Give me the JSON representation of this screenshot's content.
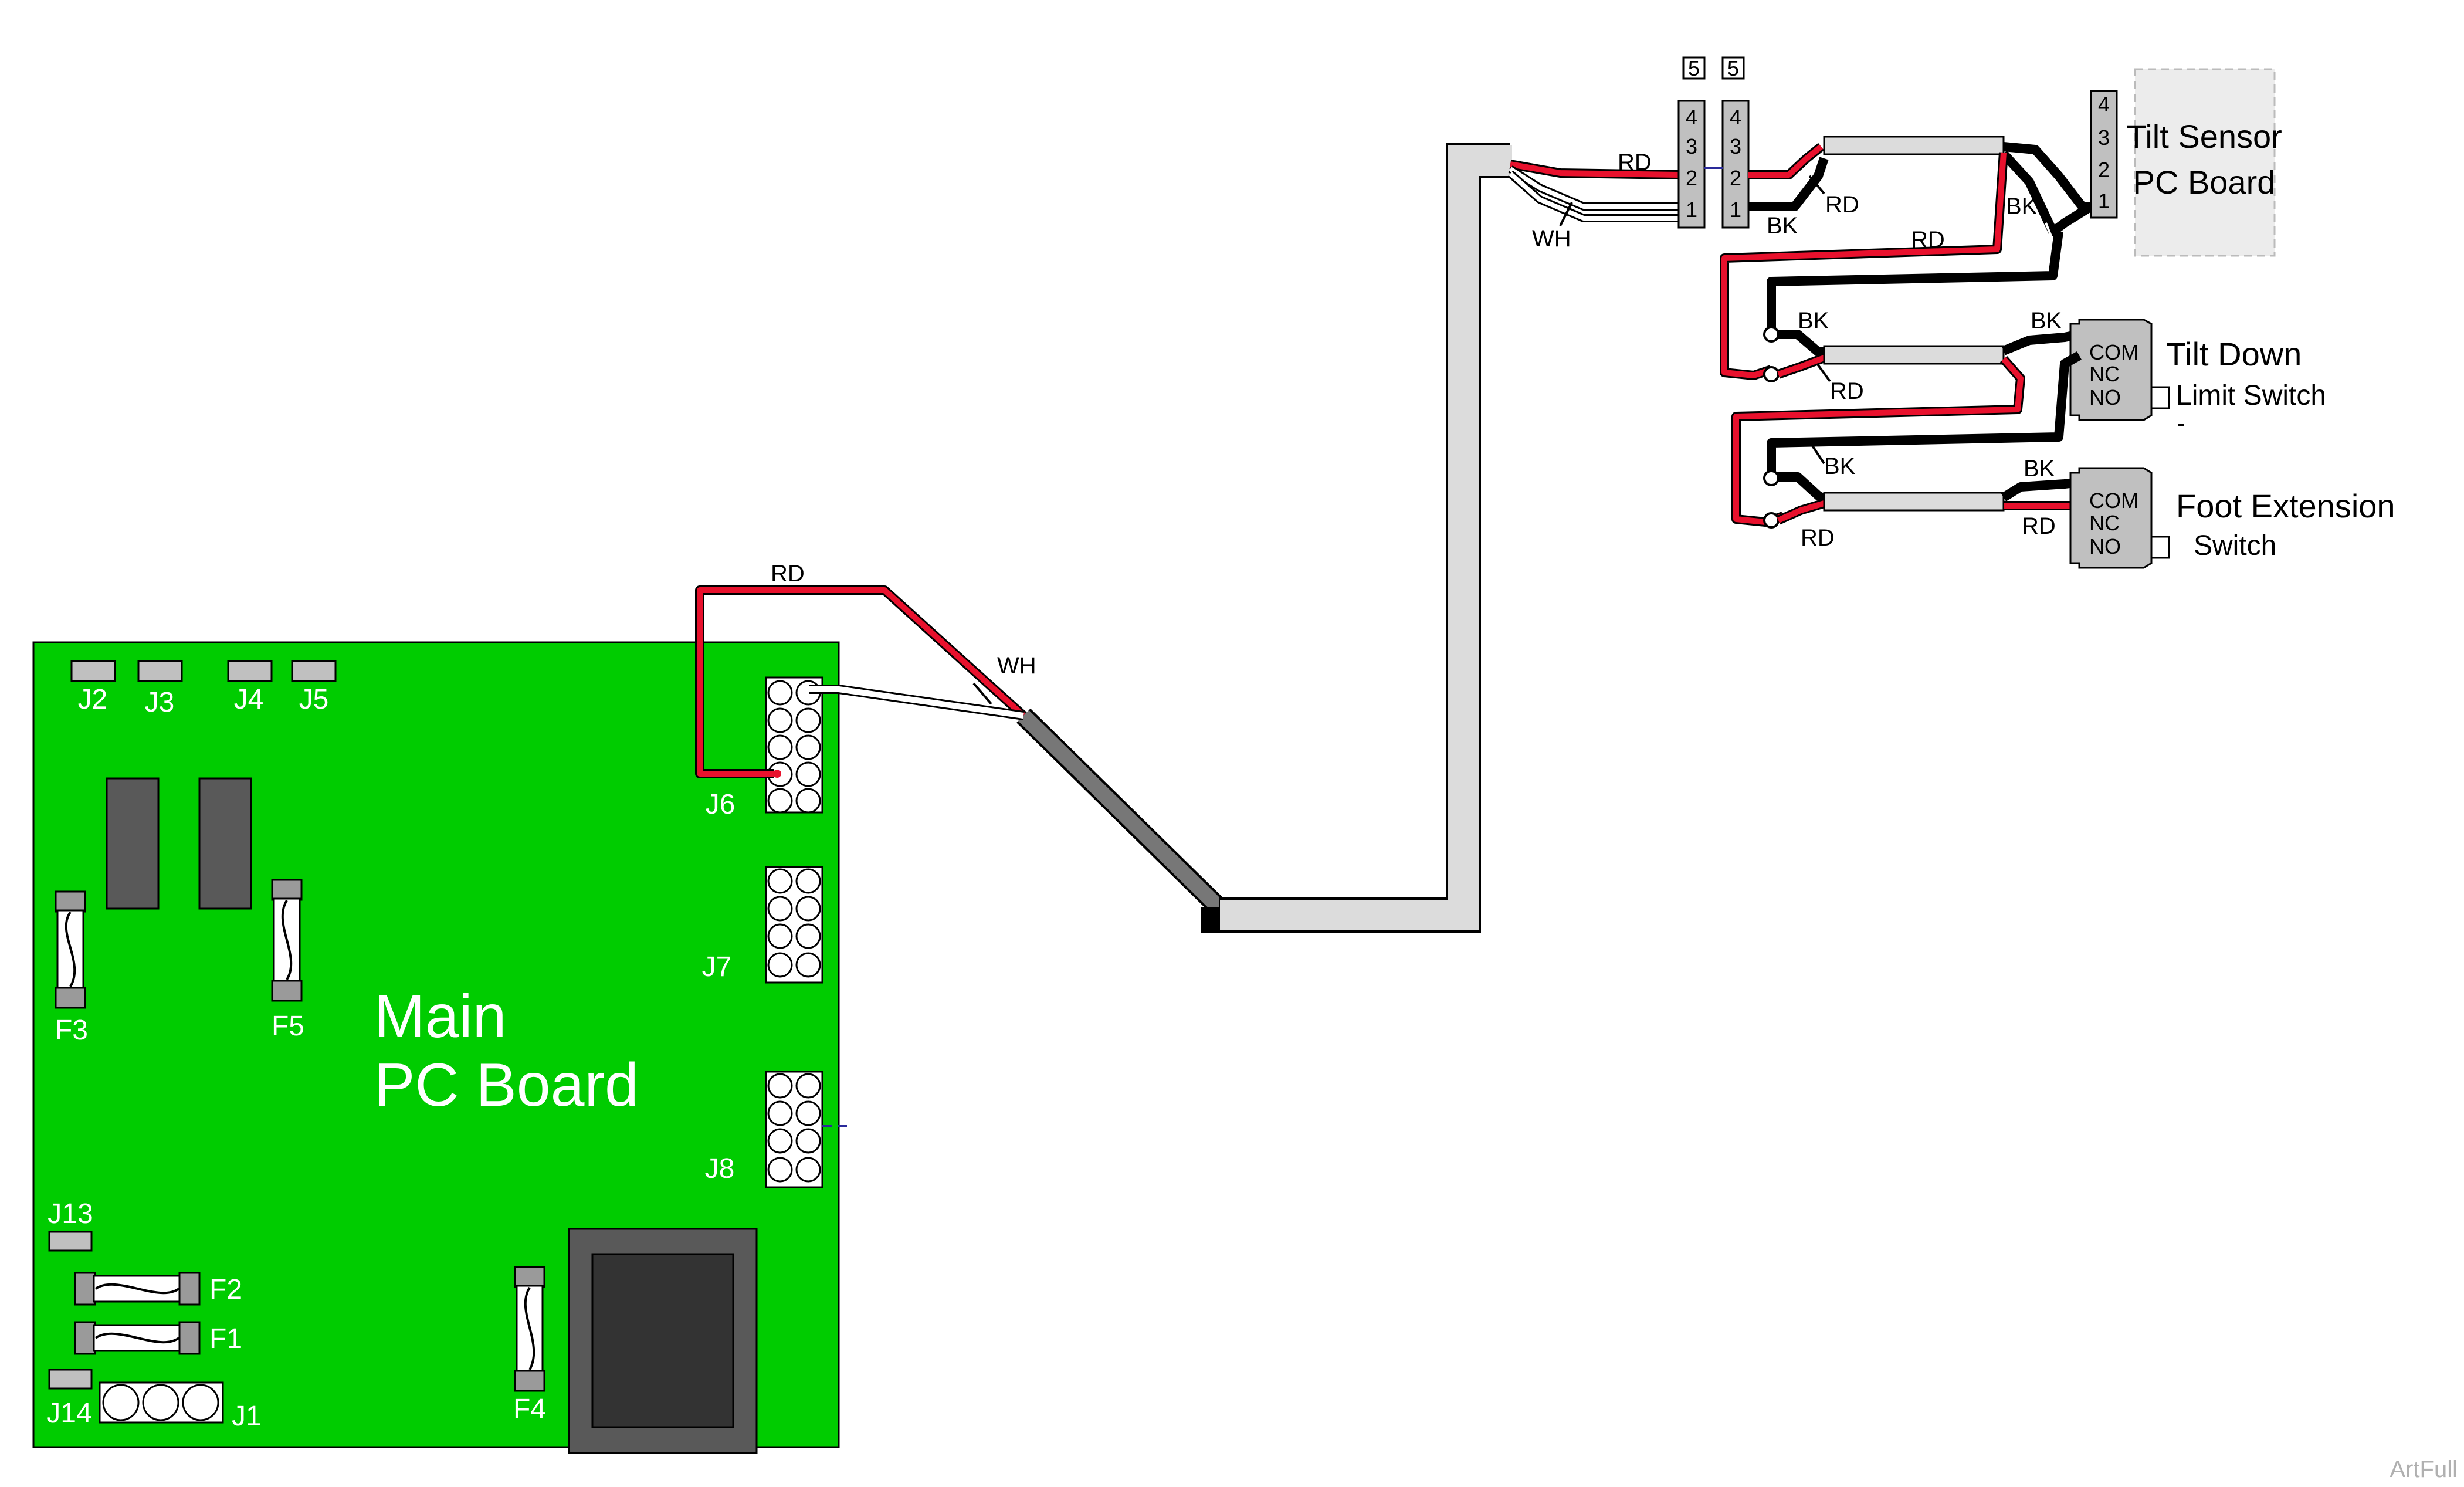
{
  "main_board": {
    "title_line1": "Main",
    "title_line2": "PC Board",
    "connectors": {
      "j1": "J1",
      "j2": "J2",
      "j3": "J3",
      "j4": "J4",
      "j5": "J5",
      "j6": "J6",
      "j7": "J7",
      "j8": "J8",
      "j13": "J13",
      "j14": "J14"
    },
    "fuses": {
      "f1": "F1",
      "f2": "F2",
      "f3": "F3",
      "f4": "F4",
      "f5": "F5"
    }
  },
  "wire_labels": {
    "rd_j6": "RD",
    "wh_j6": "WH",
    "rd_top": "RD",
    "wh_top": "WH",
    "rd_plug": "RD",
    "bk_plug": "BK",
    "bk_sensor": "BK",
    "rd_loop": "RD",
    "bk_tilt_left": "BK",
    "bk_tilt_right": "BK",
    "rd_tilt": "RD",
    "bk_foot_left": "BK",
    "bk_foot_right": "BK",
    "rd_foot_left": "RD",
    "rd_foot_right": "RD"
  },
  "plugs": {
    "left_badge": "5",
    "right_badge": "5",
    "pins": [
      "4",
      "3",
      "2",
      "1"
    ]
  },
  "tilt_sensor": {
    "line1": "Tilt Sensor",
    "line2": "PC Board",
    "pins": [
      "4",
      "3",
      "2",
      "1"
    ]
  },
  "tilt_down_switch": {
    "title": "Tilt Down",
    "subtitle": "Limit Switch",
    "mark": "-",
    "terminals": [
      "COM",
      "NC",
      "NO"
    ]
  },
  "foot_extension_switch": {
    "title": "Foot Extension",
    "subtitle": "Switch",
    "terminals": [
      "COM",
      "NC",
      "NO"
    ]
  },
  "footer_text": "ArtFull",
  "colors": {
    "board": "#00cc00",
    "red_wire": "#e8112d",
    "black_wire": "#000000",
    "white_wire": "#ffffff",
    "cable": "#dcdcdc",
    "component": "#595959",
    "connector": "#c0c0c0"
  }
}
